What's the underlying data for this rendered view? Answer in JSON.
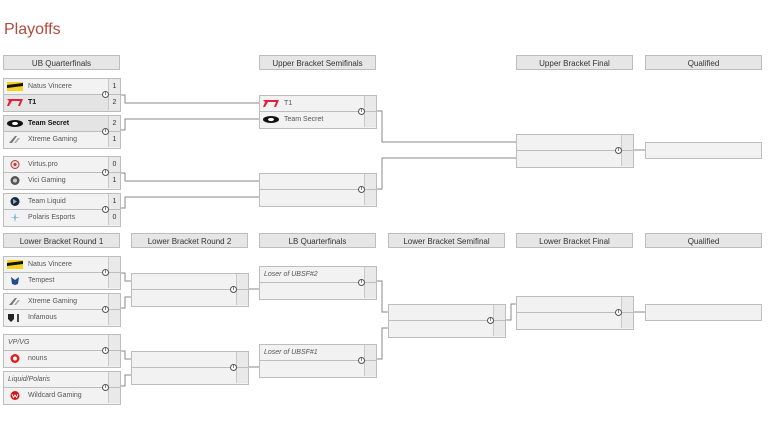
{
  "page": {
    "title": "Playoffs"
  },
  "headers": {
    "ub_qf": "UB Quarterfinals",
    "ub_sf": "Upper Bracket Semifinals",
    "ub_final": "Upper Bracket Final",
    "qualified_top": "Qualified",
    "lb_r1": "Lower Bracket Round 1",
    "lb_r2": "Lower Bracket Round 2",
    "lb_qf": "LB Quarterfinals",
    "lb_sf": "Lower Bracket Semifinal",
    "lb_final": "Lower Bracket Final",
    "qualified_bottom": "Qualified"
  },
  "ub_qf": [
    {
      "t1": {
        "name": "Natus Vincere",
        "score": "1",
        "logo": "navi-logo"
      },
      "t2": {
        "name": "T1",
        "score": "2",
        "logo": "t1-logo",
        "winner": true
      }
    },
    {
      "t1": {
        "name": "Team Secret",
        "score": "2",
        "logo": "secret-logo",
        "winner": true
      },
      "t2": {
        "name": "Xtreme Gaming",
        "score": "1",
        "logo": "xg-logo"
      }
    },
    {
      "t1": {
        "name": "Virtus.pro",
        "score": "0",
        "logo": "vp-logo"
      },
      "t2": {
        "name": "Vici Gaming",
        "score": "1",
        "logo": "vici-logo",
        "winner": true
      }
    },
    {
      "t1": {
        "name": "Team Liquid",
        "score": "1",
        "logo": "liquid-logo"
      },
      "t2": {
        "name": "Polaris Esports",
        "score": "0",
        "logo": "polaris-logo"
      }
    }
  ],
  "ub_sf": [
    {
      "t1": {
        "name": "T1",
        "logo": "t1-logo"
      },
      "t2": {
        "name": "Team Secret",
        "logo": "secret-logo"
      }
    }
  ],
  "lb_r1": [
    {
      "t1": {
        "name": "Natus Vincere",
        "logo": "navi-logo"
      },
      "t2": {
        "name": "Tempest",
        "logo": "tempest-logo"
      }
    },
    {
      "t1": {
        "name": "Xtreme Gaming",
        "logo": "xg-logo"
      },
      "t2": {
        "name": "Infamous",
        "logo": "infamous-logo"
      }
    },
    {
      "t1": {
        "name": "VP/VG",
        "placeholder": true
      },
      "t2": {
        "name": "nouns",
        "logo": "nouns-logo"
      }
    },
    {
      "t1": {
        "name": "Liquid/Polaris",
        "placeholder": true
      },
      "t2": {
        "name": "Wildcard Gaming",
        "logo": "wildcard-logo"
      }
    }
  ],
  "lb_qf": [
    {
      "t1": {
        "name": "Loser of UBSF#2",
        "placeholder": true
      }
    },
    {
      "t1": {
        "name": "Loser of UBSF#1",
        "placeholder": true
      }
    }
  ],
  "info_icon_label": "i",
  "colors": {
    "title": "#b14a3c",
    "header_bg": "#e6e6e6",
    "border": "#bdbdbd",
    "line": "#8a8a8a"
  }
}
